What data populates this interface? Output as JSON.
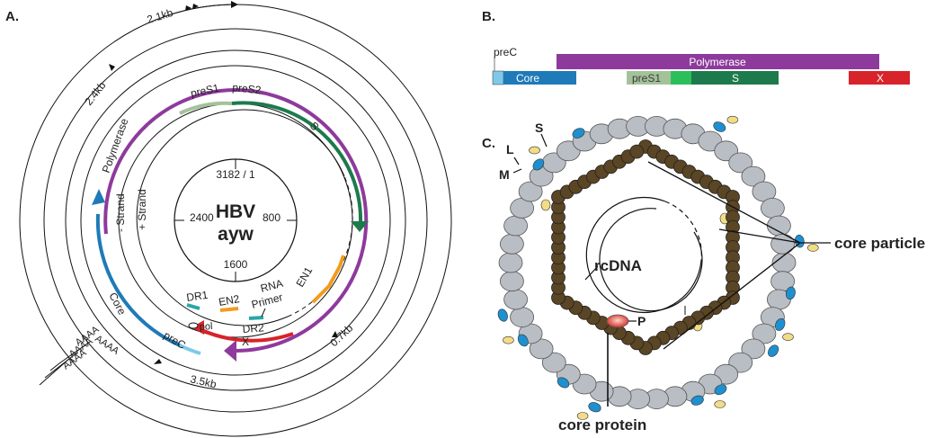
{
  "panels": {
    "a": "A.",
    "b": "B.",
    "c": "C."
  },
  "genome_map": {
    "center": {
      "name": "HBV",
      "subtype": "ayw"
    },
    "positions": {
      "top": "3182 / 1",
      "right": "800",
      "bottom": "1600",
      "left": "2400"
    },
    "strands": {
      "minus": "- Strand",
      "plus": "+ Strand"
    },
    "transcripts": {
      "t21": "2.1kb",
      "t24": "2.4kb",
      "t07": "0.7kb",
      "t35": "3.5kb"
    },
    "polyA": "AAAA",
    "orfs": {
      "polymerase": "Polymerase",
      "pres1": "preS1",
      "pres2": "preS2",
      "s": "S",
      "core": "Core",
      "prec": "preC",
      "x": "X"
    },
    "elements": {
      "en1": "EN1",
      "en2": "EN2",
      "dr1": "DR1",
      "dr2": "DR2",
      "rna": "RNA",
      "primer": "Primer",
      "pol": "pol"
    }
  },
  "linear_map": {
    "prec": "preC",
    "core": "Core",
    "polymerase": "Polymerase",
    "pres1": "preS1",
    "s": "S",
    "x": "X"
  },
  "virion": {
    "L": "L",
    "S": "S",
    "M": "M",
    "rcdna": "rcDNA",
    "P": "P",
    "core_particle": "core particle",
    "core_protein": "core protein"
  },
  "colors": {
    "polymerase": "#8e3a9c",
    "pres1": "#a4c29a",
    "s": "#1d7a4c",
    "core": "#1f7ab8",
    "prec": "#7fc9e8",
    "x": "#d8232a",
    "enhancer": "#f39a1e",
    "dr": "#2aa6a8",
    "envelope_bead": "#b9bdc4",
    "core_bead": "#5a4524",
    "glycan_blue": "#1e90d0",
    "glycan_yellow": "#f3dc86"
  }
}
